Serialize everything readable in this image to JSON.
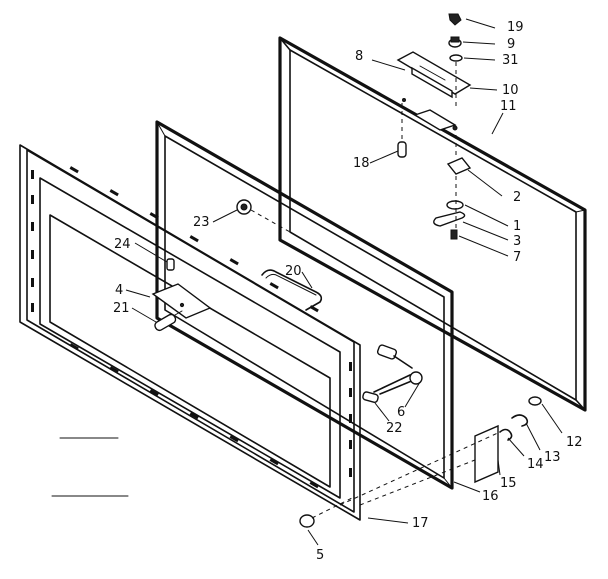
{
  "callouts": [
    {
      "id": "c19",
      "label": "19"
    },
    {
      "id": "c9",
      "label": "9"
    },
    {
      "id": "c31",
      "label": "31"
    },
    {
      "id": "c8",
      "label": "8"
    },
    {
      "id": "c10",
      "label": "10"
    },
    {
      "id": "c11",
      "label": "11"
    },
    {
      "id": "c18",
      "label": "18"
    },
    {
      "id": "c2",
      "label": "2"
    },
    {
      "id": "c23",
      "label": "23"
    },
    {
      "id": "c1",
      "label": "1"
    },
    {
      "id": "c3",
      "label": "3"
    },
    {
      "id": "c24",
      "label": "24"
    },
    {
      "id": "c7",
      "label": "7"
    },
    {
      "id": "c20",
      "label": "20"
    },
    {
      "id": "c4",
      "label": "4"
    },
    {
      "id": "c21",
      "label": "21"
    },
    {
      "id": "c6",
      "label": "6"
    },
    {
      "id": "c22",
      "label": "22"
    },
    {
      "id": "c12",
      "label": "12"
    },
    {
      "id": "c13",
      "label": "13"
    },
    {
      "id": "c14",
      "label": "14"
    },
    {
      "id": "c15",
      "label": "15"
    },
    {
      "id": "c16",
      "label": "16"
    },
    {
      "id": "c17",
      "label": "17"
    },
    {
      "id": "c5",
      "label": "5"
    }
  ]
}
